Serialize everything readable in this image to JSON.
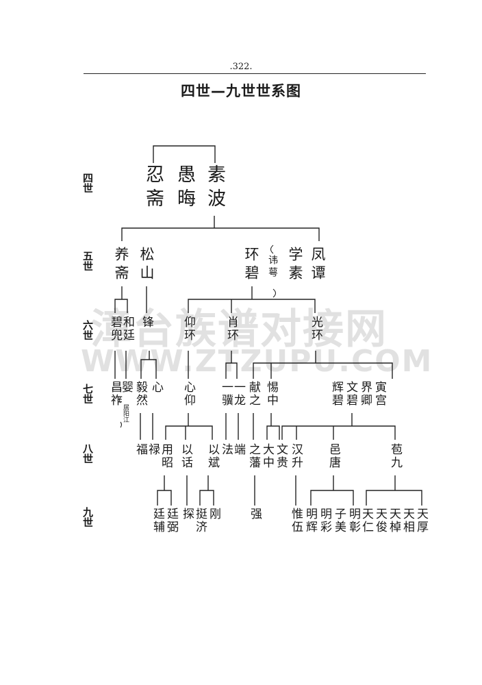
{
  "page_number": ".322.",
  "title": "四世—九世世系图",
  "watermark": {
    "line1": "漳台族谱对接网",
    "line2": "WWW.ZTZUPU.COM"
  },
  "generations": [
    "四世",
    "五世",
    "六世",
    "七世",
    "八世",
    "九世"
  ],
  "gen4": [
    "忍斋",
    "愚晦",
    "素波"
  ],
  "gen5": [
    "养斋",
    "松山",
    "环碧",
    "讳萼",
    "学素",
    "凤谭"
  ],
  "gen6": [
    "碧兜",
    "和廷",
    "锋",
    "仰环",
    "肖环",
    "光环"
  ],
  "gen7": {
    "c_changzuo": "昌祚",
    "c_ying": "婴",
    "note_juyangjiang": "居阳江",
    "c_yiran": "毅然",
    "c_xin": "心",
    "c_xinyang": "心仰",
    "c_yiji": "一骥",
    "c_yilong": "一龙",
    "c_xianzhi": "献之",
    "c_tizhong": "惕中",
    "c_huibi": "辉碧",
    "c_wenbi": "文碧",
    "c_jieqing": "界卿",
    "c_yingong": "寅宫"
  },
  "gen8": {
    "c_fu": "福",
    "c_lu": "禄",
    "c_yongzhao": "用昭",
    "c_yihua": "以话",
    "c_yibin": "以斌",
    "c_fa": "法",
    "c_duan": "端",
    "c_zhifan": "之藩",
    "c_dazhong": "大中",
    "c_wengui": "文贵",
    "c_hansheng": "汉升",
    "c_yitang": "邑唐",
    "c_baojiu": "苞九"
  },
  "gen9": {
    "c_tingfu": "廷辅",
    "c_tingbi": "廷弼",
    "c_tan": "探",
    "c_tingji": "挺济",
    "c_gang": "刚",
    "c_qiang": "强",
    "c_weiwu": "惟伍",
    "c_minghui": "明辉",
    "c_mingcai": "明彩",
    "c_zimei": "子美",
    "c_mingzhang": "明彰",
    "c_tianren": "天仁",
    "c_tianjun": "天俊",
    "c_tianzhuo": "天棹",
    "c_tianxiang": "天相",
    "c_tianhou": "天厚"
  }
}
